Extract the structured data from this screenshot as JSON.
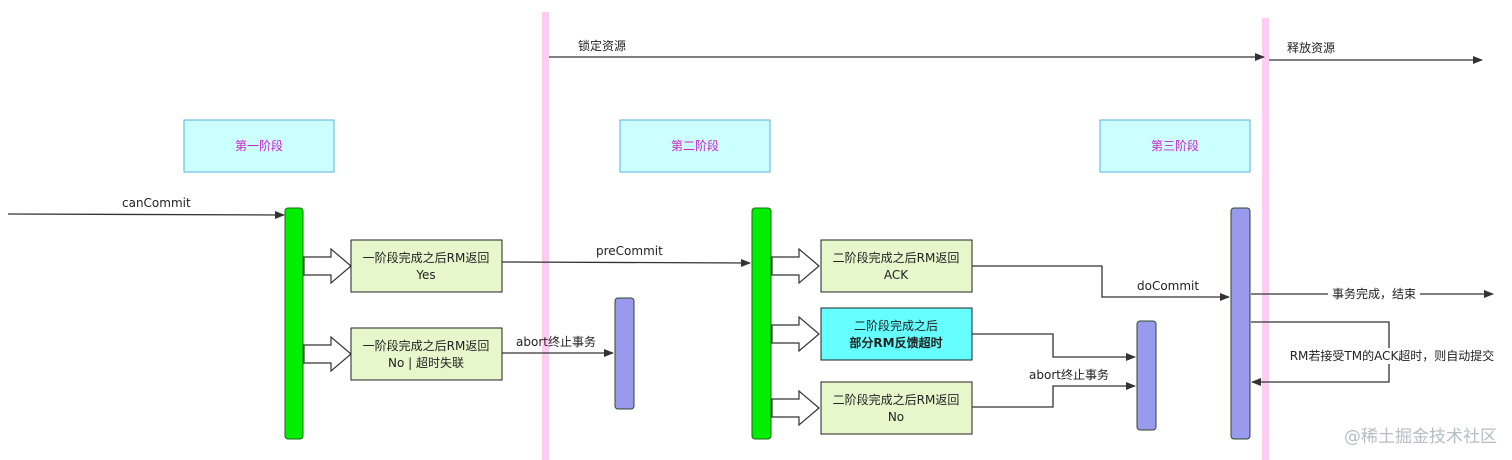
{
  "colors": {
    "phase_box_fill": "#ccffff",
    "phase_box_stroke": "#5ab0e0",
    "phase_text": "#cc22cc",
    "green_bar": "#00ee00",
    "purple_bar": "#9999ee",
    "result_box_fill": "#e6f7cc",
    "highlight_box_fill": "#66ffff",
    "pink_divider": "#ffccf2"
  },
  "phases": {
    "phase1": "第一阶段",
    "phase2": "第二阶段",
    "phase3": "第三阶段"
  },
  "top": {
    "lock_label": "锁定资源",
    "release_label": "释放资源"
  },
  "edges": {
    "can_commit": "canCommit",
    "pre_commit": "preCommit",
    "do_commit": "doCommit",
    "abort1": "abort终止事务",
    "abort2": "abort终止事务",
    "done": "事务完成，结束",
    "timeout_note": "RM若接受TM的ACK超时，则自动提交"
  },
  "boxes": {
    "p1_yes": {
      "line1": "一阶段完成之后RM返回",
      "line2": "Yes"
    },
    "p1_no": {
      "line1": "一阶段完成之后RM返回",
      "line2": "No | 超时失联"
    },
    "p2_ack": {
      "line1": "二阶段完成之后RM返回",
      "line2": "ACK"
    },
    "p2_timeout": {
      "line1": "二阶段完成之后",
      "line2": "部分RM反馈超时"
    },
    "p2_no": {
      "line1": "二阶段完成之后RM返回",
      "line2": "No"
    }
  },
  "watermark": "@稀土掘金技术社区"
}
